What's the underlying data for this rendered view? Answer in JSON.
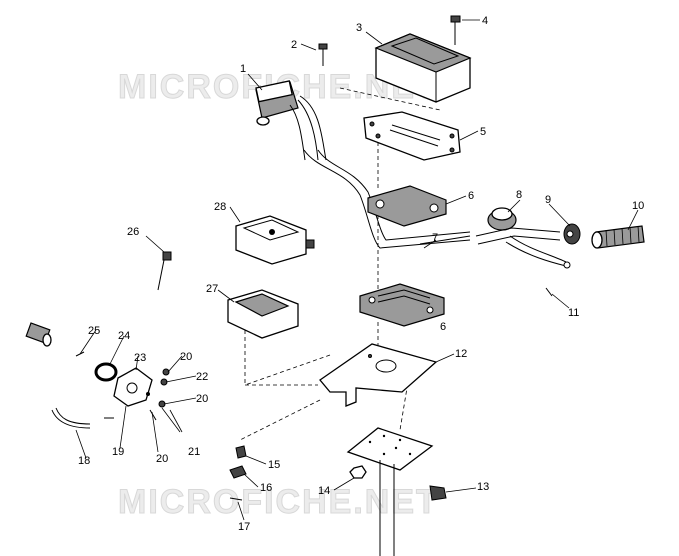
{
  "watermarks": [
    "MICROFICHE.NET",
    "MICROFICHE.NET"
  ],
  "callouts": [
    "1",
    "2",
    "3",
    "4",
    "5",
    "6",
    "6",
    "7",
    "8",
    "9",
    "10",
    "11",
    "12",
    "13",
    "14",
    "15",
    "16",
    "17",
    "18",
    "19",
    "20",
    "20",
    "20",
    "21",
    "22",
    "23",
    "24",
    "25",
    "26",
    "27",
    "28"
  ]
}
